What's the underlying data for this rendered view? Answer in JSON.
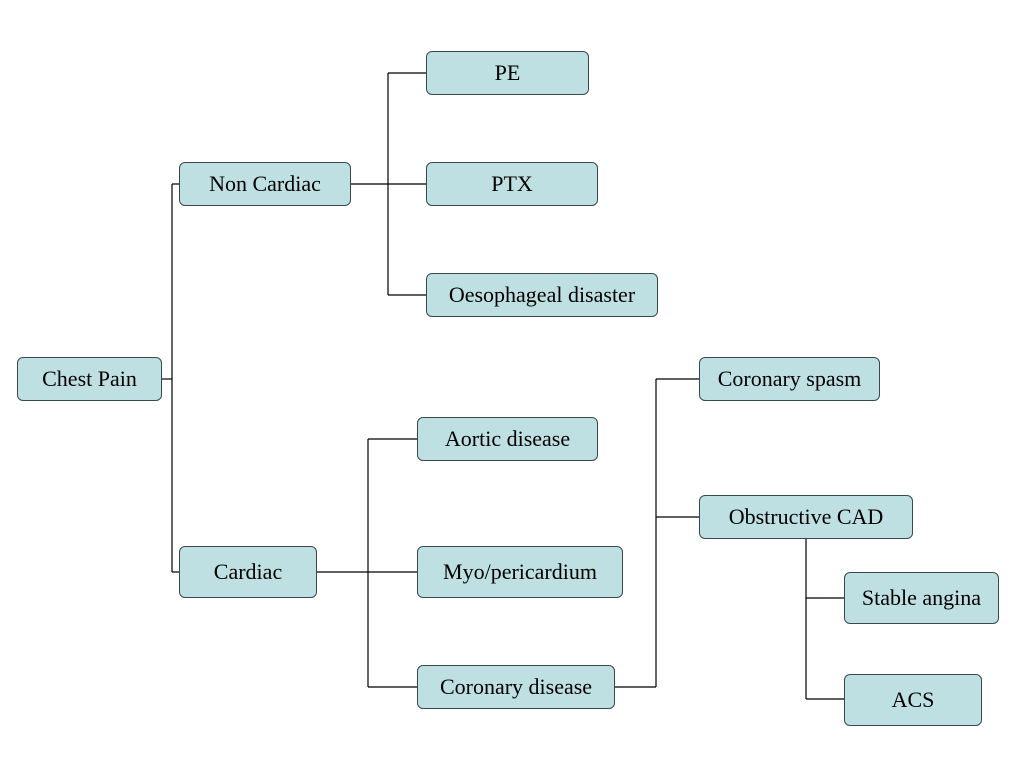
{
  "colors": {
    "node_fill": "#bfe0e2",
    "node_border": "#3a4a4c",
    "connector": "#000000",
    "background": "#ffffff"
  },
  "tree": {
    "root": "Chest Pain",
    "non_cardiac": {
      "label": "Non Cardiac",
      "children": [
        "PE",
        "PTX",
        "Oesophageal disaster"
      ]
    },
    "cardiac": {
      "label": "Cardiac",
      "children": [
        "Aortic disease",
        "Myo/pericardium",
        "Coronary disease"
      ]
    },
    "coronary_disease": {
      "children": [
        "Coronary spasm",
        "Obstructive CAD"
      ]
    },
    "obstructive_cad": {
      "children": [
        "Stable angina",
        "ACS"
      ]
    }
  }
}
